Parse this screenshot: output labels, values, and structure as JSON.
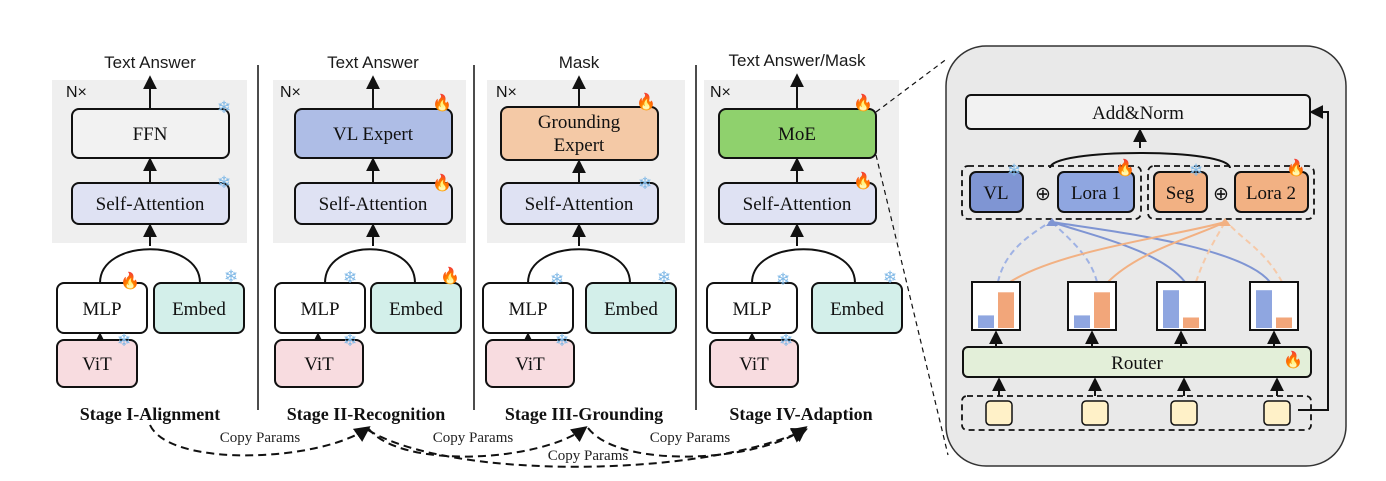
{
  "stages": [
    {
      "title": "Stage I-Alignment",
      "output_label": "Text Answer",
      "repeat_label": "N×",
      "head_label": "FFN",
      "attention_label": "Self-Attention",
      "mlp_label": "MLP",
      "embed_label": "Embed",
      "vit_label": "ViT",
      "head_state": "frozen",
      "attention_state": "frozen",
      "mlp_state": "trainable",
      "embed_state": "frozen",
      "vit_state": "frozen"
    },
    {
      "title": "Stage II-Recognition",
      "output_label": "Text Answer",
      "repeat_label": "N×",
      "head_label": "VL Expert",
      "attention_label": "Self-Attention",
      "mlp_label": "MLP",
      "embed_label": "Embed",
      "vit_label": "ViT",
      "head_state": "trainable",
      "attention_state": "trainable",
      "mlp_state": "frozen",
      "embed_state": "trainable",
      "vit_state": "frozen"
    },
    {
      "title": "Stage III-Grounding",
      "output_label": "Mask",
      "repeat_label": "N×",
      "head_label_line1": "Grounding",
      "head_label_line2": "Expert",
      "attention_label": "Self-Attention",
      "mlp_label": "MLP",
      "embed_label": "Embed",
      "vit_label": "ViT",
      "head_state": "trainable",
      "attention_state": "frozen",
      "mlp_state": "frozen",
      "embed_state": "frozen",
      "vit_state": "frozen"
    },
    {
      "title": "Stage IV-Adaption",
      "output_label": "Text Answer/Mask",
      "repeat_label": "N×",
      "head_label": "MoE",
      "attention_label": "Self-Attention",
      "mlp_label": "MLP",
      "embed_label": "Embed",
      "vit_label": "ViT",
      "head_state": "trainable",
      "attention_state": "trainable",
      "mlp_state": "frozen",
      "embed_state": "frozen",
      "vit_state": "frozen"
    }
  ],
  "copy_params_label": "Copy Params",
  "moe_detail": {
    "add_norm_label": "Add&Norm",
    "vl_label": "VL",
    "lora1_label": "Lora 1",
    "seg_label": "Seg",
    "lora2_label": "Lora 2",
    "plus_symbol": "⊕",
    "router_label": "Router",
    "gate_weights": [
      {
        "vl": 0.3,
        "seg": 0.85
      },
      {
        "vl": 0.3,
        "seg": 0.85
      },
      {
        "vl": 0.9,
        "seg": 0.25
      },
      {
        "vl": 0.9,
        "seg": 0.25
      }
    ]
  },
  "icons": {
    "frozen": "snowflake-icon",
    "trainable": "fire-icon"
  },
  "colors": {
    "ffn": "#f2f2f2",
    "vl_expert": "#aebde6",
    "grounding_expert": "#f4c9a6",
    "moe": "#8fd16d",
    "self_attention": "#dfe2f3",
    "embed": "#d3efea",
    "vit": "#f8dce0",
    "vl": "#7f95d3",
    "lora1": "#8fa6e0",
    "seg": "#f2b183",
    "lora2": "#f2b183",
    "router": "#e3efd9",
    "token": "#fff1c8",
    "bar_blue": "#8fa6e0",
    "bar_orange": "#f2a67a"
  }
}
